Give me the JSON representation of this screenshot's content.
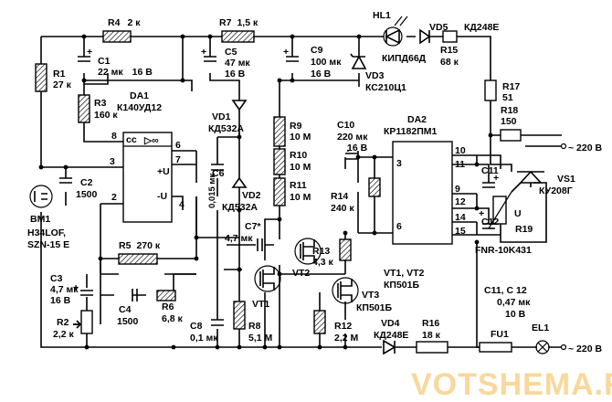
{
  "components": {
    "r4": {
      "ref": "R4",
      "value": "2 к"
    },
    "r7": {
      "ref": "R7",
      "value": "1,5 к"
    },
    "hl1": {
      "ref": "HL1",
      "value": "КИПД66Д"
    },
    "vd5": {
      "ref": "VD5",
      "value": "КД248Е"
    },
    "r15": {
      "ref": "R15",
      "value": "68 к"
    },
    "r1": {
      "ref": "R1",
      "value": "27 к"
    },
    "c1": {
      "ref": "C1",
      "value": "22 мк",
      "voltage": "16 В"
    },
    "c5": {
      "ref": "C5",
      "value": "47 мк",
      "voltage": "16 В"
    },
    "c9": {
      "ref": "C9",
      "value": "100 мк",
      "voltage": "16 В"
    },
    "vd3": {
      "ref": "VD3",
      "value": "КС210Ц1"
    },
    "r3": {
      "ref": "R3",
      "value": "160 к"
    },
    "da1": {
      "ref": "DA1",
      "value": "К140УД12",
      "symbol": "▷∞",
      "pin_cc": "cc",
      "pins": [
        "8",
        "6",
        "7",
        "3",
        "2",
        "4"
      ],
      "plus_u": "+U",
      "minus_u": "-U"
    },
    "vd1": {
      "ref": "VD1",
      "value": "КД532А"
    },
    "r9": {
      "ref": "R9",
      "value": "10 М"
    },
    "r10": {
      "ref": "R10",
      "value": "10 М"
    },
    "r11": {
      "ref": "R11",
      "value": "10 М"
    },
    "r17": {
      "ref": "R17",
      "value": "51"
    },
    "r18": {
      "ref": "R18",
      "value": "150"
    },
    "c10": {
      "ref": "C10",
      "value": "220 мк",
      "voltage": "16 В"
    },
    "da2": {
      "ref": "DA2",
      "value": "КР1182ПМ1",
      "pins": [
        "3",
        "6",
        "10",
        "11",
        "9",
        "12",
        "14",
        "15"
      ]
    },
    "c2": {
      "ref": "C2",
      "value": "1500"
    },
    "c6": {
      "ref": "C6",
      "value": "0,015 мк"
    },
    "vd2": {
      "ref": "VD2",
      "value": "КД532А"
    },
    "c11": {
      "ref": "C11"
    },
    "c12": {
      "ref": "C12"
    },
    "vs1": {
      "ref": "VS1",
      "value": "КУ208Г"
    },
    "r14": {
      "ref": "R14",
      "value": "240 к"
    },
    "r19": {
      "ref": "R19",
      "value": "FNR-10K431",
      "symbol": "U"
    },
    "bm1": {
      "ref": "BM1",
      "value_line1": "H34LOF,",
      "value_line2": "SZN-15 E"
    },
    "r5": {
      "ref": "R5",
      "value": "270 к"
    },
    "c7": {
      "ref": "C7*",
      "value": "4,7 мк"
    },
    "r13": {
      "ref": "R13",
      "value": "4,3 к"
    },
    "vt12": {
      "text": "VT1, VT2",
      "value": "КП501Б"
    },
    "c3": {
      "ref": "C3",
      "value": "4,7 мк",
      "voltage": "16 В"
    },
    "c4": {
      "ref": "C4",
      "value": "1500"
    },
    "r6": {
      "ref": "R6",
      "value": "6,8 к"
    },
    "vt2": {
      "ref": "VT2"
    },
    "vt1": {
      "ref": "VT1"
    },
    "vt3": {
      "ref": "VT3",
      "value": "КП501Б"
    },
    "c1112": {
      "text": "C11, C 12",
      "value": "0,47 мк",
      "voltage": "10 В"
    },
    "r2": {
      "ref": "R2",
      "value": "2,2 к"
    },
    "c8": {
      "ref": "C8",
      "value": "0,1 мк"
    },
    "r8": {
      "ref": "R8",
      "value": "5,1 М"
    },
    "r12": {
      "ref": "R12",
      "value": "2,2 М"
    },
    "vd4": {
      "ref": "VD4",
      "value": "КД248Е"
    },
    "r16": {
      "ref": "R16",
      "value": "18 к"
    },
    "fu1": {
      "ref": "FU1"
    },
    "el1": {
      "ref": "EL1"
    }
  },
  "mains": {
    "top": "~ 220 В",
    "bottom": "~ 220 В"
  },
  "watermark": "VOTSHEMA.RU"
}
